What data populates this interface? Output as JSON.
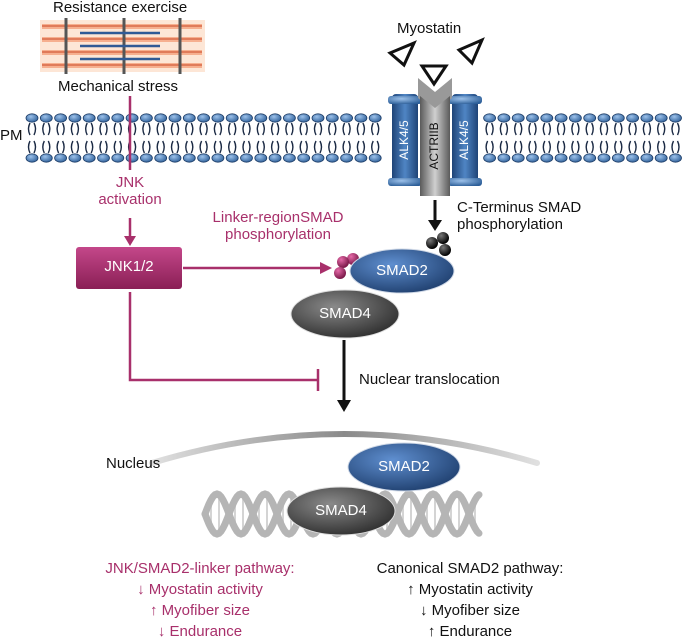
{
  "texts": {
    "resistance_exercise": "Resistance exercise",
    "mechanical_stress": "Mechanical stress",
    "myostatin": "Myostatin",
    "pm": "PM",
    "alk_left": "ALK4/5",
    "actriib": "ACTRIIB",
    "alk_right": "ALK4/5",
    "jnk_activation_1": "JNK",
    "jnk_activation_2": "activation",
    "jnk12": "JNK1/2",
    "linker_1": "Linker-regionSMAD",
    "linker_2": "phosphorylation",
    "cterm_1": "C-Terminus SMAD",
    "cterm_2": "phosphorylation",
    "smad2_top": "SMAD2",
    "smad4_top": "SMAD4",
    "nuclear_translocation": "Nuclear translocation",
    "nucleus": "Nucleus",
    "smad2_bottom": "SMAD2",
    "smad4_bottom": "SMAD4",
    "left_title": "JNK/SMAD2-linker pathway:",
    "left_1": "↓  Myostatin activity",
    "left_2": "↑  Myofiber size",
    "left_3": "↓ Endurance",
    "right_title": "Canonical SMAD2 pathway:",
    "right_1": "↑  Myostatin activity",
    "right_2": "↓  Myofiber size",
    "right_3": "↑ Endurance"
  },
  "colors": {
    "magenta": "#a8306b",
    "smad2_blue": "#2f5a96",
    "smad4_gray": "#4a4a4a",
    "membrane_blue": "#3a6fa8",
    "receptor_blue": "#2e5f9c"
  }
}
